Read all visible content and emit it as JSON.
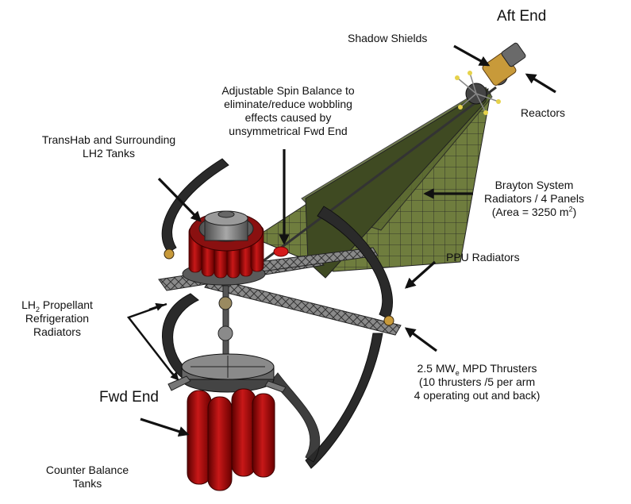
{
  "labels": {
    "aft_end": "Aft End",
    "fwd_end": "Fwd End",
    "shadow_shields": "Shadow Shields",
    "reactors": "Reactors",
    "spin_balance": [
      "Adjustable Spin Balance to",
      "eliminate/reduce wobbling",
      "effects caused by",
      "unsymmetrical Fwd End"
    ],
    "transhab": [
      "TransHab and Surrounding",
      "LH2 Tanks"
    ],
    "brayton": [
      "Brayton System",
      "Radiators / 4 Panels",
      "(Area = 3250 m",
      "2",
      ")"
    ],
    "ppu_radiators": "PPU Radiators",
    "lh2_prop": [
      "LH",
      "2",
      " Propellant",
      "Refrigeration",
      "Radiators"
    ],
    "mpd": [
      "2.5 MW",
      "e",
      " MPD Thrusters",
      "(10 thrusters /5 per arm",
      "4 operating out and back)"
    ],
    "counter_balance": [
      "Counter Balance",
      "Tanks"
    ]
  },
  "colors": {
    "radiator_panel": "#6b7a3c",
    "tank_red": "#b01010",
    "structure_gray": "#7a7a7a",
    "reactor_gold": "#c89a3a"
  }
}
